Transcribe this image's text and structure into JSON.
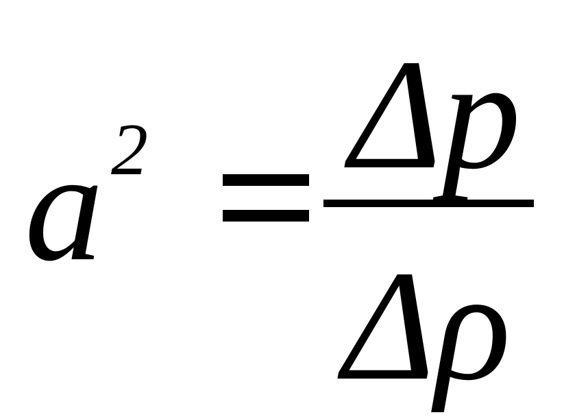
{
  "formula": {
    "base": "a",
    "exponent": "2",
    "numerator": "Δp",
    "denominator": "Δρ"
  }
}
